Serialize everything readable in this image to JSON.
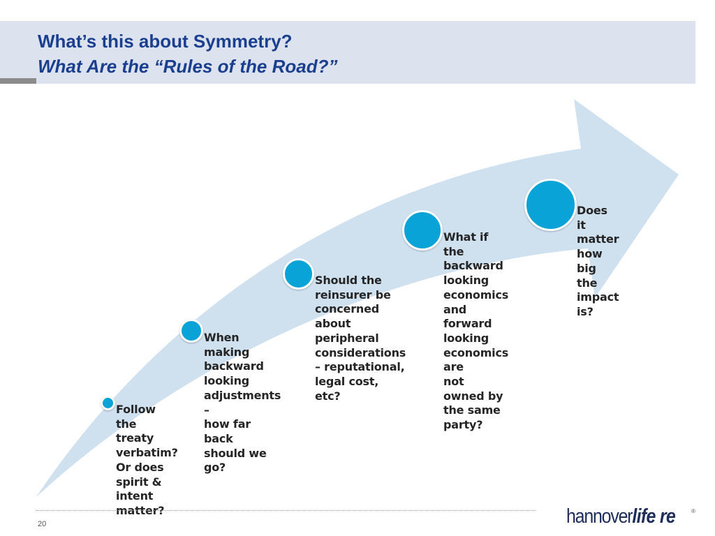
{
  "header": {
    "title": "What’s this about Symmetry?",
    "subtitle": "What Are the “Rules of the Road?”"
  },
  "steps": [
    {
      "text": "Follow the\ntreaty\nverbatim?\nOr does\nspirit &\nintent\nmatter?"
    },
    {
      "text": "When making\nbackward\nlooking\nadjustments –\nhow far back\nshould we\ngo?"
    },
    {
      "text": "Should the\nreinsurer be\nconcerned\nabout\nperipheral\nconsiderations\n– reputational,\nlegal cost, etc?"
    },
    {
      "text": "What if  the\nbackward\nlooking\neconomics and\nforward looking\neconomics are\nnot owned by\nthe same\nparty?"
    },
    {
      "text": "Does it matter\nhow big the\nimpact is?"
    }
  ],
  "footer": {
    "page_number": "20",
    "logo_light": "hannover",
    "logo_bold": "life re",
    "logo_mark": "®"
  },
  "colors": {
    "title": "#1b3f8f",
    "header_band": "#dde3ee",
    "arrow": "#cfe0ef",
    "dot": "#0aa3d8"
  }
}
